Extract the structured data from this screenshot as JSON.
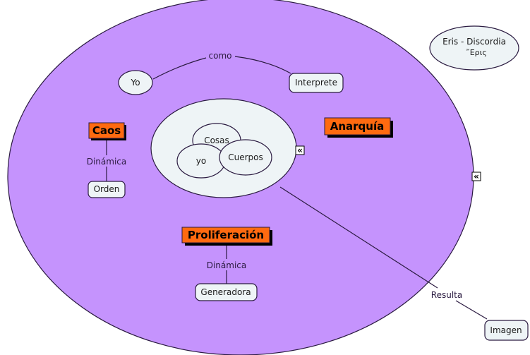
{
  "colors": {
    "background": "#ffffff",
    "main_ellipse_fill": "#c593fd",
    "node_fill": "#eef4f6",
    "highlight_fill": "#ff6a10",
    "line": "#2a1a40"
  },
  "concepts": {
    "anarquia": "Anarquía",
    "caos": "Caos",
    "orden": "Orden",
    "proliferacion": "Proliferación",
    "generadora": "Generadora",
    "yo_top": "Yo",
    "interprete": "Interprete",
    "cosas": "Cosas",
    "yo_inner": "yo",
    "cuerpos": "Cuerpos",
    "imagen": "Imagen",
    "eris_line1": "Eris - Discordia",
    "eris_line2": "῎Ερις"
  },
  "links": {
    "como": "como",
    "dinamica_caos": "Dinámica",
    "dinamica_prolif": "Dinámica",
    "resulta": "Resulta"
  },
  "icons": {
    "collapse_inner": "«",
    "collapse_outer": "«"
  }
}
